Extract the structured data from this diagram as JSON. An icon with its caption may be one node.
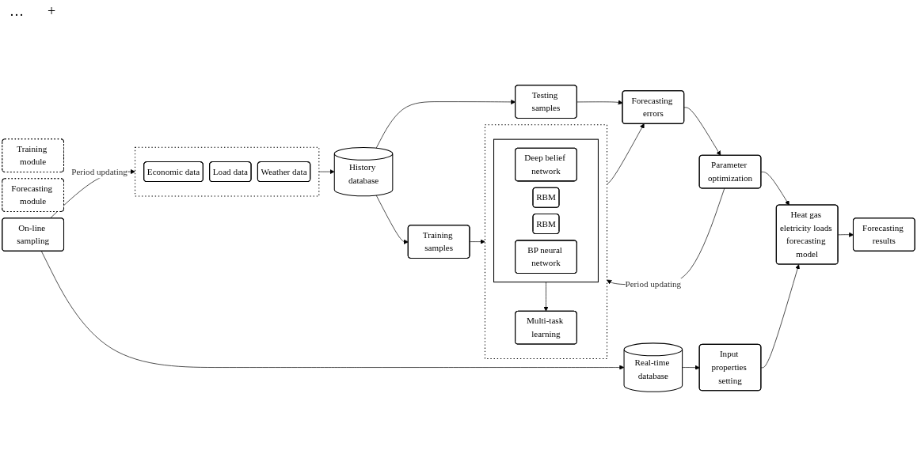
{
  "diagram": {
    "nodes": [
      {
        "text": [],
        "shape": "box"
      },
      {
        "text": [
          "Economic data"
        ],
        "in": 0
      },
      {
        "text": [
          "Load data"
        ],
        "in": 0
      },
      {
        "text": [
          "Weather data"
        ],
        "in": 0
      },
      {
        "text": [
          "History database"
        ]
      },
      {
        "text": [
          "Training samples"
        ]
      },
      {
        "text": [],
        "shape": "box"
      },
      {
        "text": [],
        "shape": "box",
        "in": 6
      },
      {
        "text": [
          "Deep belief network"
        ],
        "in": 7
      },
      {
        "text": [
          "RBM"
        ],
        "in": 7
      },
      {
        "text": [
          "RBM"
        ],
        "in": 7
      },
      {
        "text": [
          "BP neural network"
        ],
        "in": 7
      },
      {
        "text": [
          "Multi-task learning"
        ],
        "in": 6
      },
      {
        "text": [
          "Testing samples"
        ]
      },
      {
        "text": [
          "Forecasting errors"
        ]
      },
      {
        "text": [
          "Parameter optimization"
        ]
      },
      {
        "text": [
          "Training module"
        ]
      },
      {
        "text": [
          "On-line sampling"
        ]
      },
      {
        "text": [
          "Real-time database"
        ]
      },
      {
        "text": [
          "Input properties setting"
        ]
      },
      {
        "text": [
          "Heat gas eletricity loads forecasting model"
        ]
      },
      {
        "text": [
          "Forecasting module"
        ]
      },
      {
        "text": [
          "Forecasting results"
        ]
      }
    ],
    "edges": [
      {
        "from": 0,
        "to": 4,
        "arrow": "to"
      },
      {
        "from": 4,
        "to": 5,
        "arrow": "to"
      },
      {
        "from": 5,
        "to": 6,
        "arrow": "to"
      },
      {
        "from": 7,
        "to": 12,
        "arrow": "to"
      },
      {
        "from": 4,
        "to": 13,
        "arrow": "to"
      },
      {
        "from": 6,
        "to": 14,
        "arrow": "to"
      },
      {
        "from": 13,
        "to": 14,
        "arrow": "to"
      },
      {
        "from": 14,
        "to": 15,
        "arrow": "to"
      },
      {
        "from": 15,
        "to": 6,
        "label": "Period updating",
        "arrow": "to"
      },
      {
        "from": 15,
        "to": 20,
        "arrow": "to"
      },
      {
        "from": 17,
        "to": 0,
        "label": "Period updating",
        "arrow": "to"
      },
      {
        "from": 17,
        "to": 18,
        "arrow": "to"
      },
      {
        "from": 18,
        "to": 19,
        "arrow": "to"
      },
      {
        "from": 19,
        "to": 20,
        "arrow": "to"
      },
      {
        "from": 20,
        "to": 22,
        "arrow": "to"
      }
    ],
    "labels": [
      "…",
      "+"
    ]
  }
}
